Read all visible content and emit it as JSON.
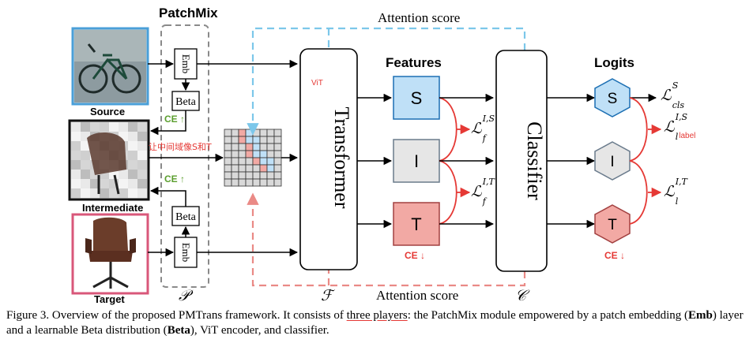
{
  "title": "PatchMix",
  "attention_top": "Attention score",
  "attention_bottom": "Attention score",
  "features_title": "Features",
  "logits_title": "Logits",
  "source_label": "Source",
  "intermediate_label": "Intermediate",
  "target_label": "Target",
  "emb_label": "Emb",
  "beta_label": "Beta",
  "ce_up_label": "CE ↑",
  "ce_down_label": "CE ↓",
  "chinese_annotation": "让中间域像S和T",
  "vit_annotation": "ViT",
  "transformer_label": "Transformer",
  "classifier_label": "Classifier",
  "feature_s": "S",
  "feature_i": "I",
  "feature_t": "T",
  "logit_s": "S",
  "logit_i": "I",
  "logit_t": "T",
  "script_p": "𝒫",
  "script_f": "ℱ",
  "script_c": "𝒞",
  "loss_cls": {
    "base": "ℒ",
    "sup": "S",
    "sub": "cls"
  },
  "loss_l_s": {
    "base": "ℒ",
    "sup": "I,S",
    "sub": "l",
    "sub_extra": "label"
  },
  "loss_l_t": {
    "base": "ℒ",
    "sup": "I,T",
    "sub": "l"
  },
  "loss_f_s": {
    "base": "ℒ",
    "sup": "I,S",
    "sub": "f"
  },
  "loss_f_t": {
    "base": "ℒ",
    "sup": "I,T",
    "sub": "f"
  },
  "caption": {
    "part1": "Figure 3.  Overview of the proposed PMTrans framework.  It consists of ",
    "underlined": "three players",
    "part2": ": the PatchMix module empowered by a patch embedding (",
    "emb_bold": "Emb",
    "part3": ") layer and a learnable Beta distribution (",
    "beta_bold": "Beta",
    "part4": "), ViT encoder, and classifier."
  },
  "colors": {
    "source_border": "#4a9fd8",
    "target_border": "#d9577a",
    "s_fill": "#bfe0f7",
    "i_fill": "#e6e6e6",
    "t_fill": "#f2a9a4",
    "green": "#5b9e2e",
    "red": "#e53935",
    "attn_blue": "#7cc7ea",
    "attn_red": "#ea8a86"
  }
}
